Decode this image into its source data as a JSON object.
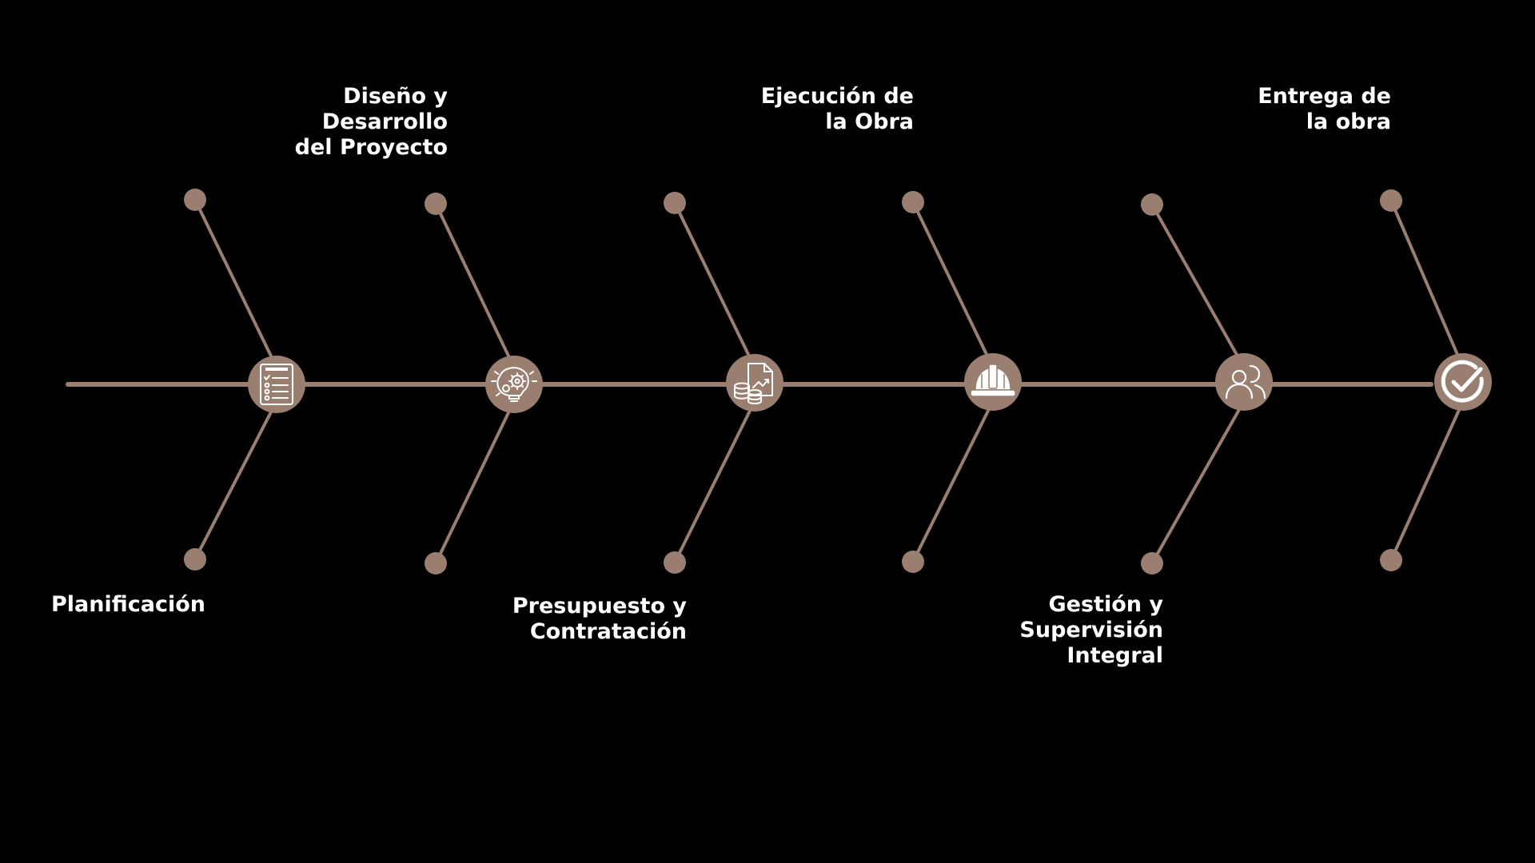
{
  "colors": {
    "background": "#000000",
    "line": "#9a7f70",
    "icon_fill": "#9a7f70",
    "icon_stroke": "#ffffff",
    "text": "#ffffff"
  },
  "diagram": {
    "type": "fishbone-timeline",
    "steps": [
      {
        "label": "Planificación",
        "icon": "checklist-icon",
        "label_side": "bottom"
      },
      {
        "label": "Diseño y\nDesarrollo\ndel Proyecto",
        "icon": "brain-gears-icon",
        "label_side": "top"
      },
      {
        "label": "Presupuesto y\nContratación",
        "icon": "document-coins-icon",
        "label_side": "bottom"
      },
      {
        "label": "Ejecución de\nla Obra",
        "icon": "hard-hat-icon",
        "label_side": "top"
      },
      {
        "label": "Gestión y\nSupervisión\nIntegral",
        "icon": "people-icon",
        "label_side": "bottom"
      },
      {
        "label": "Entrega de\nla obra",
        "icon": "check-circle-icon",
        "label_side": "top"
      }
    ]
  }
}
